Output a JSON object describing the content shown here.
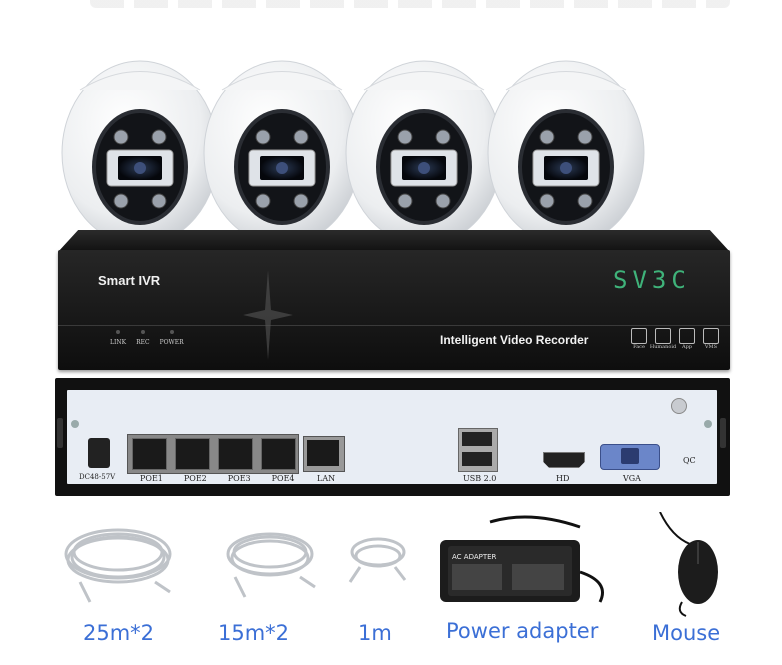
{
  "nvr_front": {
    "model_label": "Smart IVR",
    "brand": "SV3C",
    "tagline": "Intelligent Video Recorder",
    "leds": [
      "LINK",
      "REC",
      "POWER"
    ],
    "features": [
      "Face",
      "Humanoid",
      "App",
      "VMS"
    ]
  },
  "nvr_back": {
    "power_label": "DC48-57V",
    "poe_ports": [
      "POE1",
      "POE2",
      "POE3",
      "POE4"
    ],
    "lan_label": "LAN",
    "usb_label": "USB 2.0",
    "hd_label": "HD",
    "vga_label": "VGA",
    "qc_label": "QC"
  },
  "accessories": [
    {
      "label": "25m*2",
      "icon": "cable-coil-icon"
    },
    {
      "label": "15m*2",
      "icon": "cable-coil-icon"
    },
    {
      "label": "1m",
      "icon": "cable-coil-icon"
    },
    {
      "label": "Power adapter",
      "icon": "power-adapter-icon"
    },
    {
      "label": "Mouse",
      "icon": "mouse-icon"
    }
  ],
  "adapter_label": "AC ADAPTER",
  "colors": {
    "caption": "#3b6fd6",
    "nvr_body": "#1e1e1e",
    "back_panel": "#e8edf4",
    "brand_green": "#3fb37a"
  }
}
